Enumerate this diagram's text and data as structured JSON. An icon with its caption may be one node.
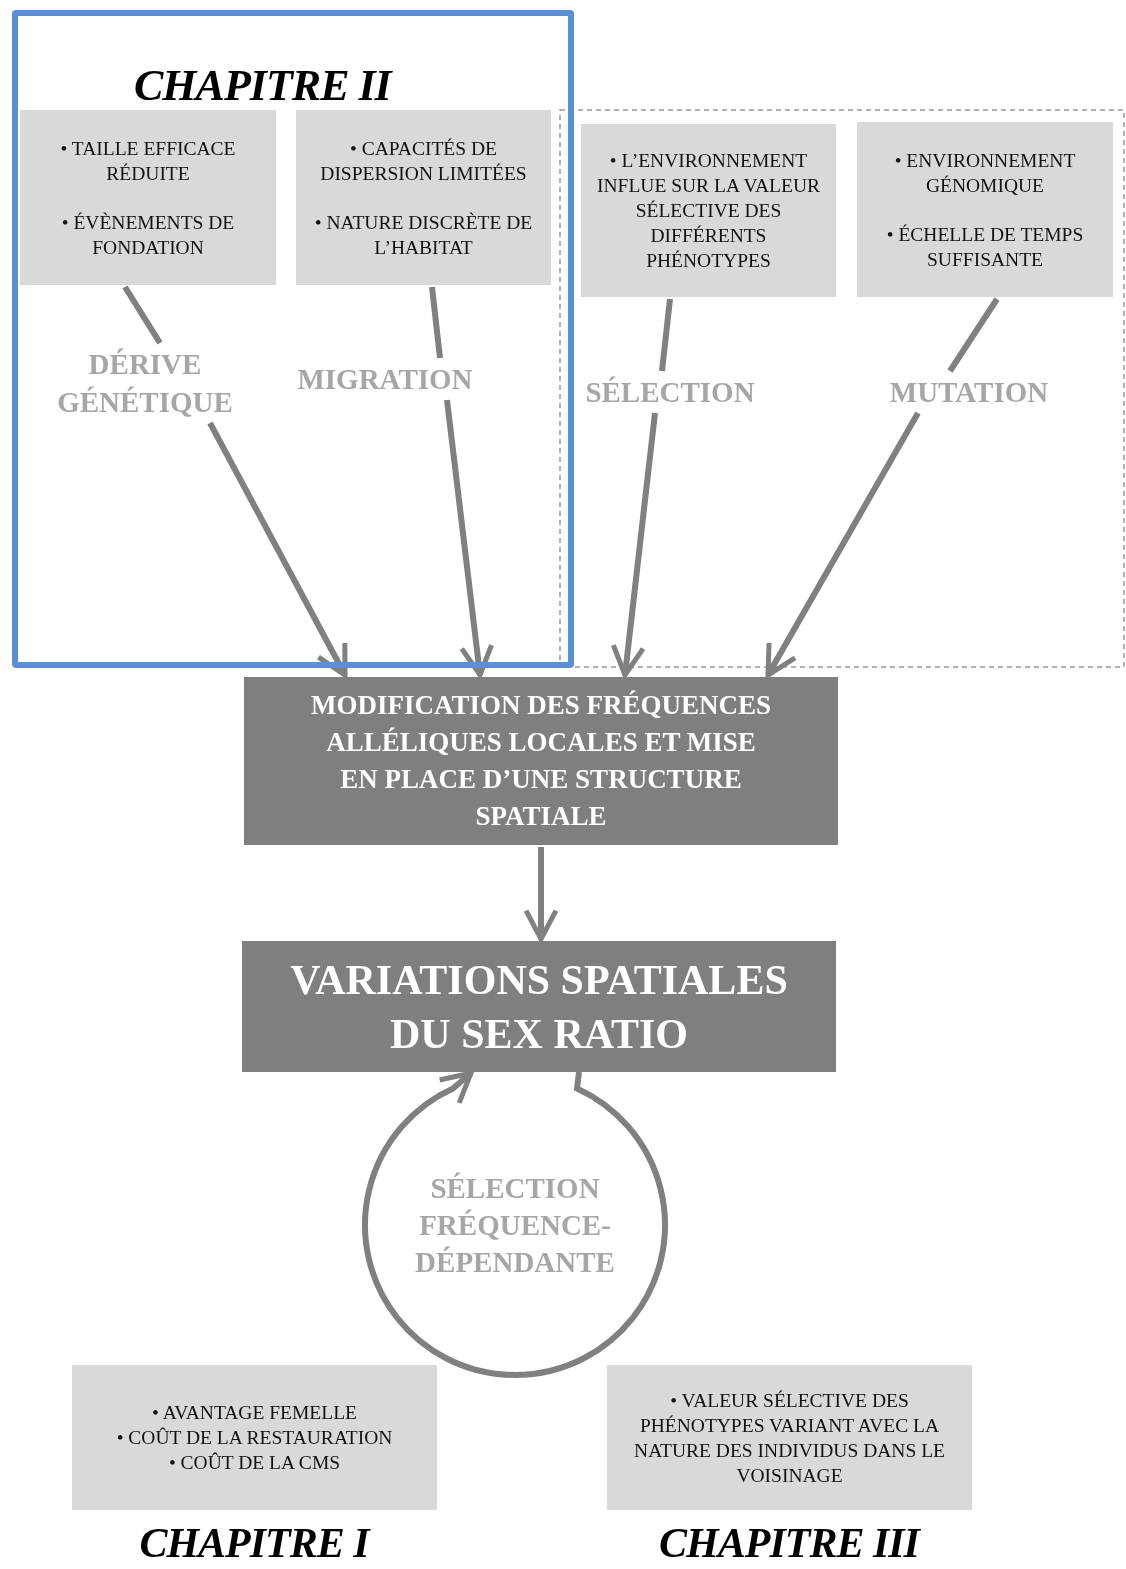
{
  "diagram": {
    "nodes": [
      {
        "text": [
          "CHAPITRE II"
        ]
      },
      {
        "text": [
          "• TAILLE EFFICACE RÉDUITE",
          "• ÉVÈNEMENTS DE FONDATION"
        ],
        "in": 0
      },
      {
        "text": [
          "• CAPACITÉS DE DISPERSION LIMITÉES",
          "• NATURE DISCRÈTE DE L’HABITAT"
        ],
        "in": 0
      },
      {
        "text": [
          "• L’ENVIRONNEMENT INFLUE SUR LA VALEUR SÉLECTIVE DES DIFFÉRENTS PHÉNOTYPES"
        ]
      },
      {
        "text": [
          "• ENVIRONNEMENT GÉNOMIQUE",
          "• ÉCHELLE DE TEMPS SUFFISANTE"
        ]
      },
      {
        "text": [
          "DÉRIVE GÉNÉTIQUE"
        ],
        "in": 0
      },
      {
        "text": [
          "MIGRATION"
        ],
        "in": 0
      },
      {
        "text": [
          "SÉLECTION"
        ]
      },
      {
        "text": [
          "MUTATION"
        ]
      },
      {
        "text": [
          "MODIFICATION DES FRÉQUENCES ALLÉLIQUES LOCALES ET MISE EN PLACE D’UNE STRUCTURE SPATIALE"
        ]
      },
      {
        "text": [
          "VARIATIONS SPATIALES DU SEX RATIO"
        ]
      },
      {
        "text": [
          "• AVANTAGE FEMELLE",
          "• COÛT DE LA RESTAURATION",
          "• COÛT DE LA CMS"
        ],
        "beside": [
          "CHAPITRE I"
        ]
      },
      {
        "text": [
          "• VALEUR SÉLECTIVE DES PHÉNOTYPES VARIANT AVEC LA NATURE DES INDIVIDUS DANS LE VOISINAGE"
        ],
        "beside": [
          "CHAPITRE III"
        ]
      }
    ],
    "edges": [
      {
        "from": 1,
        "to": 5,
        "arrow": "none"
      },
      {
        "from": 5,
        "to": 9,
        "arrow": "to"
      },
      {
        "from": 2,
        "to": 6,
        "arrow": "none"
      },
      {
        "from": 6,
        "to": 9,
        "arrow": "to"
      },
      {
        "from": 3,
        "to": 7,
        "arrow": "none"
      },
      {
        "from": 7,
        "to": 9,
        "arrow": "to"
      },
      {
        "from": 4,
        "to": 8,
        "arrow": "none"
      },
      {
        "from": 8,
        "to": 9,
        "arrow": "to"
      },
      {
        "from": 9,
        "to": 10,
        "arrow": "to"
      },
      {
        "from": 10,
        "to": 10,
        "arrow": "to",
        "label": "SÉLECTION FRÉQUENCE-DÉPENDANTE"
      }
    ]
  }
}
